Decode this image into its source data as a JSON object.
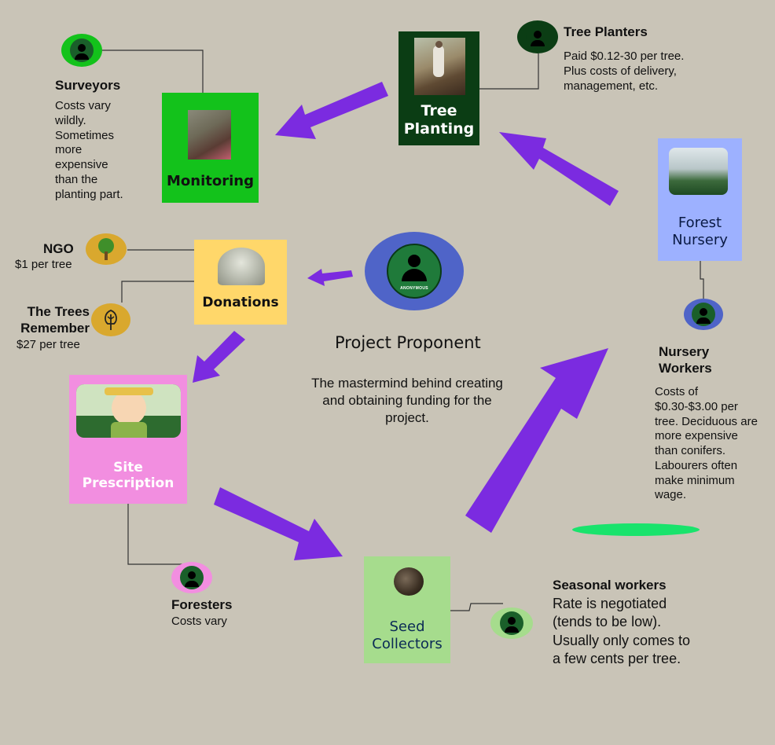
{
  "center": {
    "title": "Project Proponent",
    "description": "The mastermind behind creating and obtaining funding for the project.",
    "avatar_text": "ANONYMOUS"
  },
  "nodes": {
    "tree_planting": "Tree Planting",
    "monitoring": "Monitoring",
    "forest_nursery": "Forest Nursery",
    "donations": "Donations",
    "site_prescription": "Site Prescription",
    "seed_collectors": "Seed Collectors"
  },
  "actors": {
    "tree_planters": {
      "name": "Tree Planters",
      "cost": "Paid $0.12-30 per tree. Plus costs of delivery, management, etc."
    },
    "surveyors": {
      "name": "Surveyors",
      "cost": "Costs vary wildly. Sometimes more expensive than the planting part."
    },
    "ngo": {
      "name": "NGO",
      "cost": "$1 per tree"
    },
    "trees_remember": {
      "name": "The Trees Remember",
      "cost": "$27 per tree"
    },
    "nursery_workers": {
      "name": "Nursery Workers",
      "cost": "Costs of $0.30-$3.00 per tree. Deciduous are more expensive than conifers. Labourers often make minimum wage."
    },
    "foresters": {
      "name": "Foresters",
      "cost": "Costs vary"
    },
    "seasonal_workers": {
      "name": "Seasonal workers",
      "cost": "Rate is negotiated (tends to be low). Usually only comes to a few cents per tree."
    }
  },
  "colors": {
    "background": "#c9c4b7",
    "arrow": "#7b2be0",
    "tree_planting": "#0b3d14",
    "monitoring": "#13c21b",
    "forest_nursery": "#9db1ff",
    "donations": "#ffd76a",
    "site_prescription": "#f28ee0",
    "seed_collectors": "#a6dc8d",
    "proponent": "#4f64c8"
  }
}
